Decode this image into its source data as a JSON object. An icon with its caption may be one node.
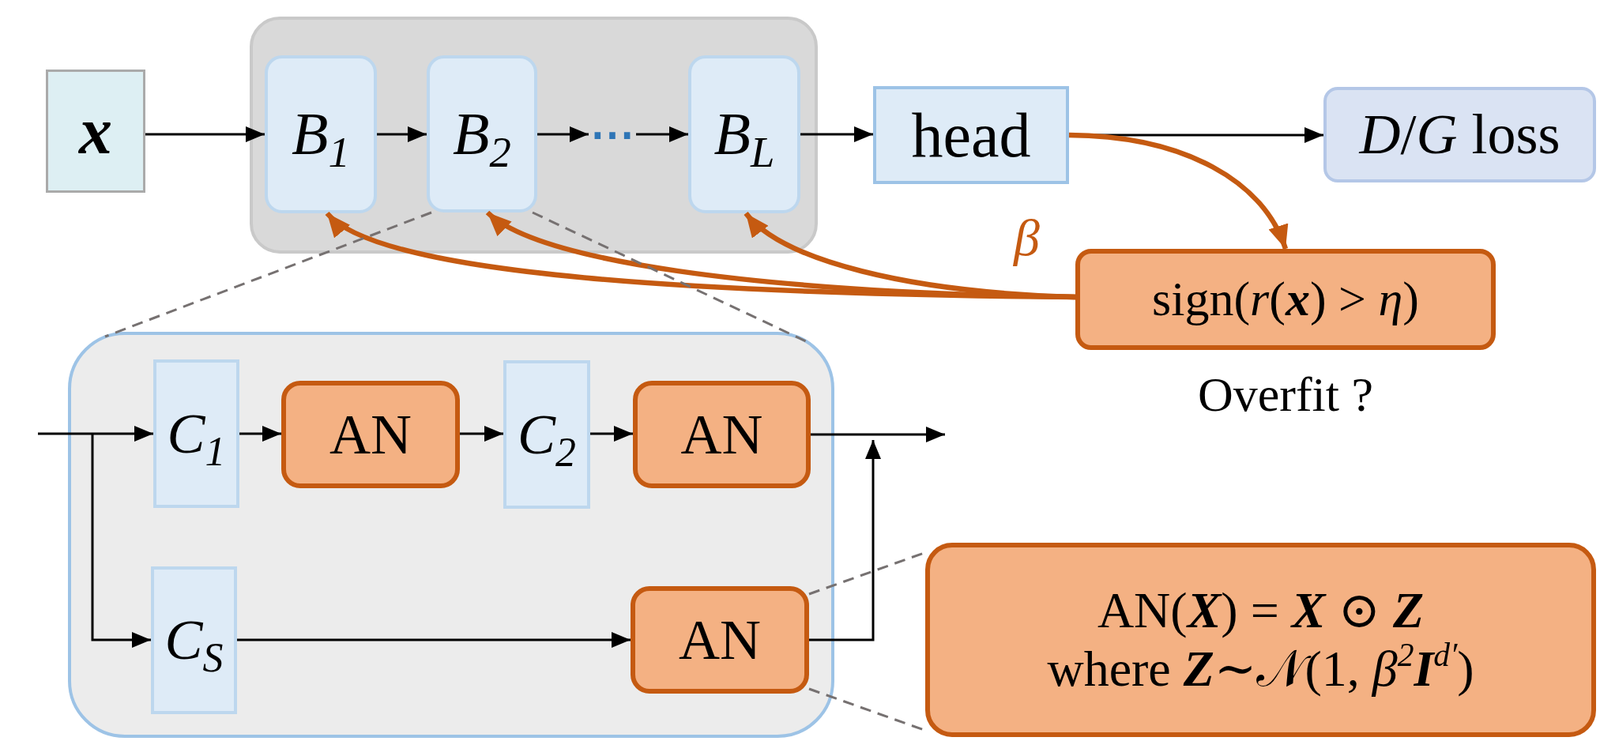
{
  "diagram": {
    "nodes": [
      {
        "text": [
          "x"
        ]
      },
      {
        "text": [],
        "shape": "box"
      },
      {
        "text": [
          "B$_{1}$"
        ],
        "in": 1
      },
      {
        "text": [
          "B$_{2}$"
        ],
        "in": 1
      },
      {
        "text": [
          "⋯"
        ],
        "in": 1
      },
      {
        "text": [
          "B$_{L}$"
        ],
        "in": 1
      },
      {
        "text": [
          "head"
        ]
      },
      {
        "text": [
          "*D*/*G* loss"
        ]
      },
      {
        "text": [
          "sign(*r*(**x**) > *η*)"
        ],
        "beside": [
          "Overfit ?"
        ]
      },
      {
        "text": [],
        "shape": "box"
      },
      {
        "text": [
          "C$_{1}$"
        ],
        "in": 9
      },
      {
        "text": [
          "AN"
        ],
        "in": 9
      },
      {
        "text": [
          "C$_{2}$"
        ],
        "in": 9
      },
      {
        "text": [
          "AN"
        ],
        "in": 9
      },
      {
        "text": [
          "C$_{S}$"
        ],
        "in": 9
      },
      {
        "text": [
          "AN"
        ],
        "in": 9
      },
      {
        "text": [
          "AN(**X**) = **X** ⊙ **Z**",
          "where **Z**∼𝒩(1, *β*$^{2}$**I**$^{d′}$)"
        ]
      }
    ],
    "edges": [
      {
        "from": 0,
        "to": 2,
        "arrow": "to"
      },
      {
        "from": 2,
        "to": 3,
        "arrow": "to"
      },
      {
        "from": 3,
        "to": 4,
        "arrow": "to"
      },
      {
        "from": 4,
        "to": 5,
        "arrow": "to"
      },
      {
        "from": 5,
        "to": 6,
        "arrow": "to"
      },
      {
        "from": 6,
        "to": 7,
        "arrow": "to"
      },
      {
        "from": 6,
        "to": 8,
        "arrow": "to",
        "style": "thick",
        "color": "#c55a11"
      },
      {
        "from": 8,
        "to": 2,
        "arrow": "to",
        "style": "thick",
        "color": "#c55a11"
      },
      {
        "from": 8,
        "to": 3,
        "arrow": "to",
        "style": "thick",
        "color": "#c55a11"
      },
      {
        "from": 8,
        "to": 5,
        "arrow": "to",
        "style": "thick",
        "color": "#c55a11",
        "label": "β"
      },
      {
        "from": null,
        "to": 10,
        "arrow": "to"
      },
      {
        "from": null,
        "to": 14,
        "arrow": "to"
      },
      {
        "from": 10,
        "to": 11,
        "arrow": "to"
      },
      {
        "from": 11,
        "to": 12,
        "arrow": "to"
      },
      {
        "from": 12,
        "to": 13,
        "arrow": "to"
      },
      {
        "from": 14,
        "to": 15,
        "arrow": "to"
      },
      {
        "from": 13,
        "to": null,
        "arrow": "to"
      },
      {
        "from": 15,
        "to": null,
        "arrow": "to"
      },
      {
        "from": 3,
        "to": 9,
        "arrow": "none",
        "style": "dashed",
        "color": "#767171"
      },
      {
        "from": 3,
        "to": 9,
        "arrow": "none",
        "style": "dashed",
        "color": "#767171"
      },
      {
        "from": 15,
        "to": 16,
        "arrow": "none",
        "style": "dashed",
        "color": "#767171"
      },
      {
        "from": 15,
        "to": 16,
        "arrow": "none",
        "style": "dashed",
        "color": "#767171"
      }
    ]
  }
}
